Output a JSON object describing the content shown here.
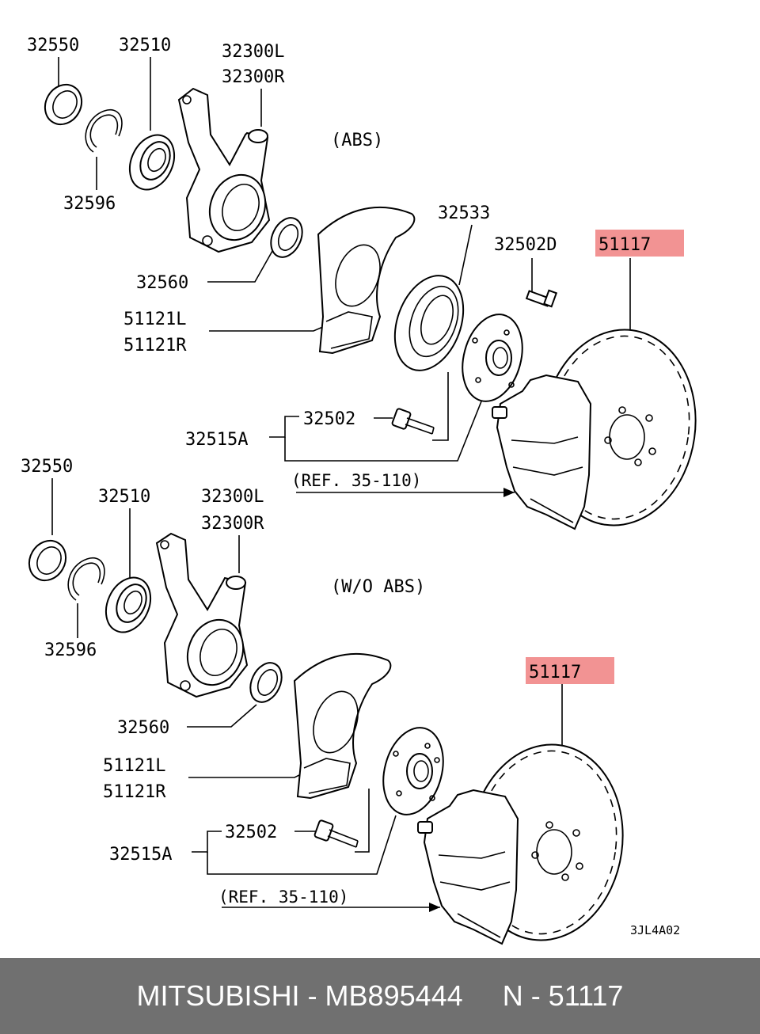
{
  "diagram": {
    "top": {
      "variant": "(ABS)",
      "labels": {
        "seal": "32550",
        "bearing": "32510",
        "knuckle_l": "32300L",
        "knuckle_r": "32300R",
        "snap_ring": "32596",
        "inner_seal": "32560",
        "shield_l": "51121L",
        "shield_r": "51121R",
        "rotor_sensor": "32533",
        "hub_bolt": "32502D",
        "disc": "51117",
        "stud": "32502",
        "hub_assy": "32515A",
        "ref": "(REF. 35-110)"
      }
    },
    "bottom": {
      "variant": "(W/O ABS)",
      "labels": {
        "seal": "32550",
        "bearing": "32510",
        "knuckle_l": "32300L",
        "knuckle_r": "32300R",
        "snap_ring": "32596",
        "inner_seal": "32560",
        "shield_l": "51121L",
        "shield_r": "51121R",
        "disc": "51117",
        "stud": "32502",
        "hub_assy": "32515A",
        "ref": "(REF. 35-110)"
      }
    },
    "drawing_code": "3JL4A02",
    "highlight_color": "#f08080"
  },
  "footer": {
    "text": "MITSUBISHI - MB895444     N - 51117"
  }
}
